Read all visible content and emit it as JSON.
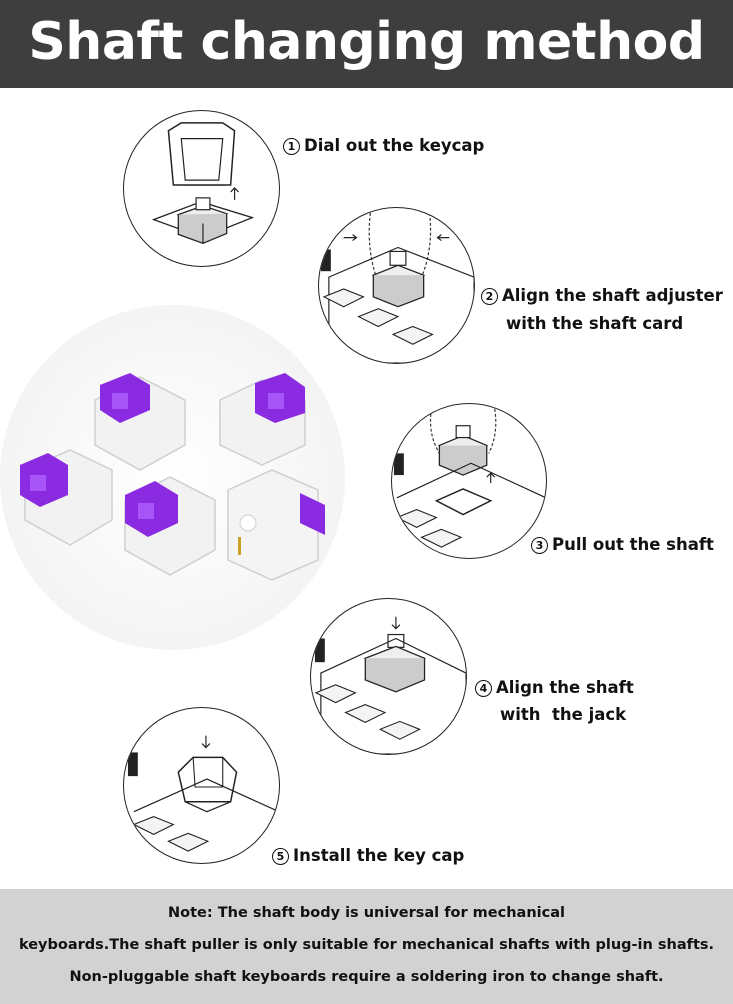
{
  "header": {
    "title": "Shaft changing method"
  },
  "steps": [
    {
      "number": "1",
      "lines": [
        "Dial out the keycap"
      ]
    },
    {
      "number": "2",
      "lines": [
        "Align the shaft adjuster",
        "with the shaft card"
      ]
    },
    {
      "number": "3",
      "lines": [
        "Pull out the shaft"
      ]
    },
    {
      "number": "4",
      "lines": [
        "Align the shaft",
        "with  the jack"
      ]
    },
    {
      "number": "5",
      "lines": [
        "Install the key cap"
      ]
    }
  ],
  "note": {
    "lines": [
      "Note: The shaft body is universal for mechanical",
      "keyboards.The shaft puller is only suitable for mechanical shafts with plug-in shafts.",
      "Non-pluggable shaft keyboards require a soldering iron to change shaft."
    ]
  },
  "colors": {
    "header_bg": "#3e3e3e",
    "note_bg": "#d2d2d2",
    "switch_stem": "#8a2be2",
    "switch_housing": "#f2f2f2"
  },
  "icons": [
    "keycap-removal-illustration",
    "switch-puller-illustration",
    "switch-pull-out-illustration",
    "switch-insert-illustration",
    "keycap-install-illustration",
    "mechanical-switches-photo"
  ]
}
